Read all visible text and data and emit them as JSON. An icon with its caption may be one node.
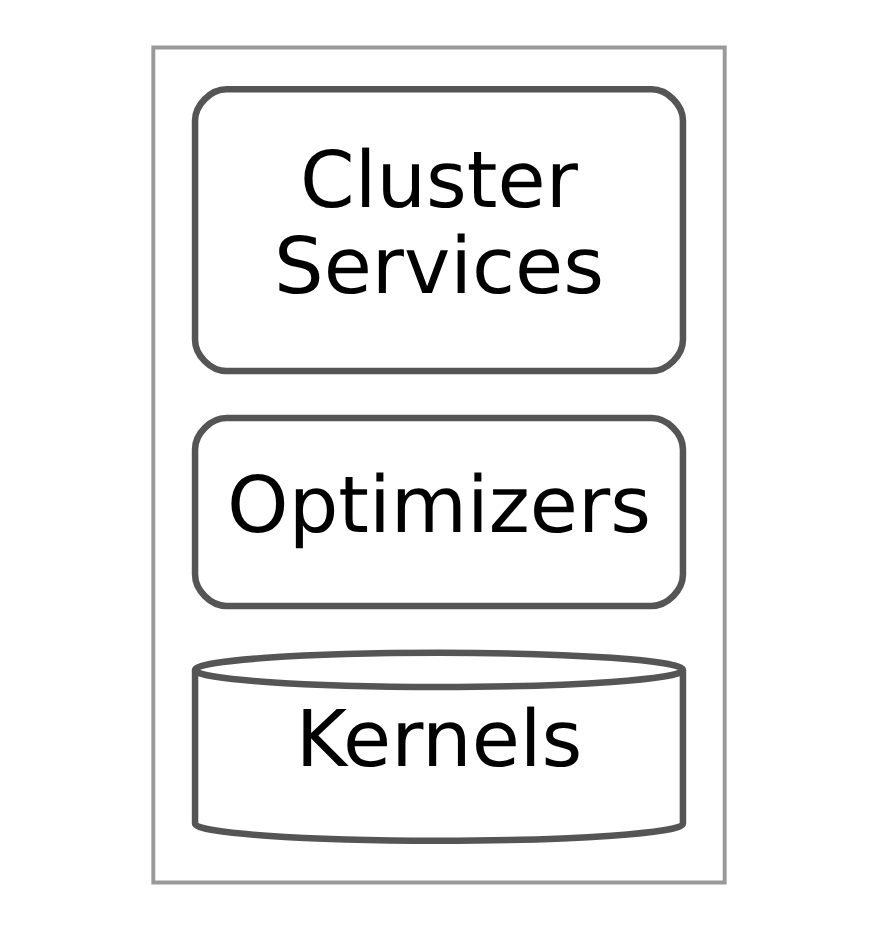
{
  "diagram": {
    "nodes": [
      {
        "text": [],
        "shape": "box"
      },
      {
        "text": [
          "Cluster Services"
        ],
        "in": 0
      },
      {
        "text": [
          "Optimizers"
        ],
        "in": 0
      },
      {
        "text": [
          "Kernels"
        ],
        "in": 0
      }
    ]
  }
}
